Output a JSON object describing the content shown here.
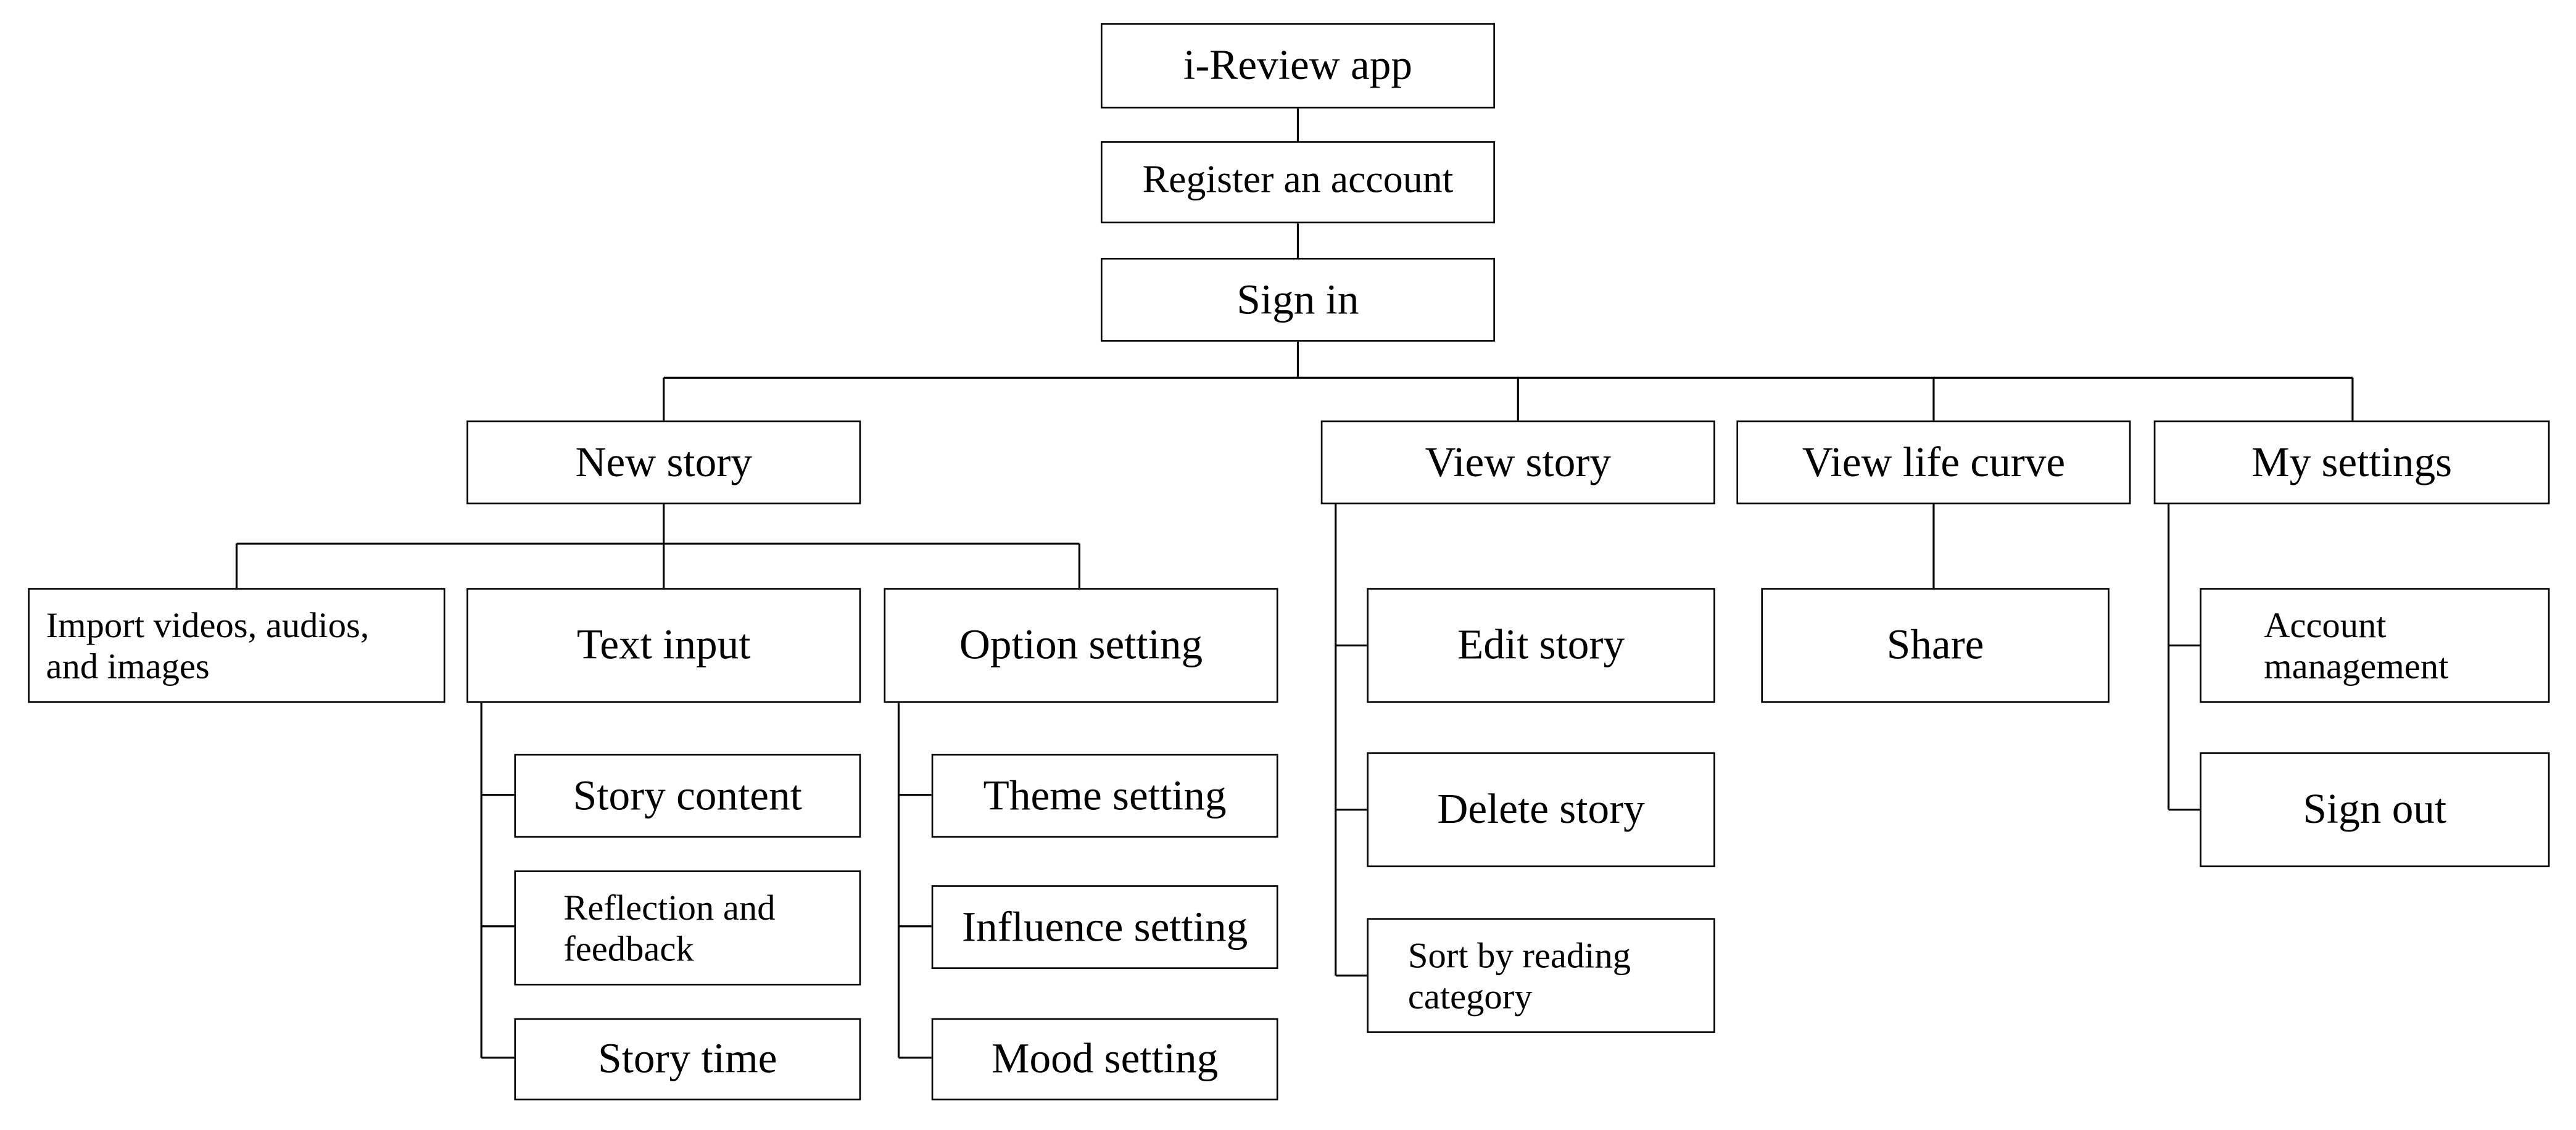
{
  "diagram": {
    "root": "i-Review app",
    "register": "Register an account",
    "signin": "Sign in",
    "branches": {
      "new_story": {
        "label": "New story",
        "children": {
          "import": "Import videos, audios,\nand images",
          "text_input": {
            "label": "Text input",
            "children": [
              "Story content",
              "Reflection and\nfeedback",
              "Story time"
            ]
          },
          "option_setting": {
            "label": "Option setting",
            "children": [
              "Theme setting",
              "Influence setting",
              "Mood setting"
            ]
          }
        }
      },
      "view_story": {
        "label": "View story",
        "children": [
          "Edit story",
          "Delete story",
          "Sort by reading\ncategory"
        ]
      },
      "view_life_curve": {
        "label": "View life curve",
        "children": [
          "Share"
        ]
      },
      "my_settings": {
        "label": "My settings",
        "children": [
          "Account\nmanagement",
          "Sign out"
        ]
      }
    }
  },
  "style": {
    "line_color": "#000000",
    "box_border_color": "#000000",
    "background": "#ffffff"
  }
}
